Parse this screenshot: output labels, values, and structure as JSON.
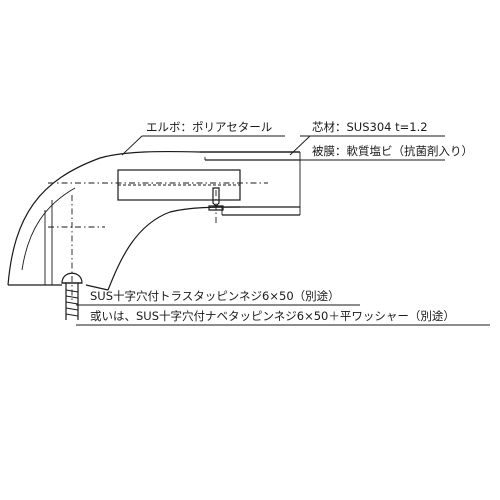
{
  "labels": {
    "elbow": "エルボ：ポリアセタール",
    "core_material": "芯材：SUS304 t=1.2",
    "coating": "被膜：軟質塩ビ（抗菌剤入り）",
    "screw_1": "SUS十字穴付トラスタッピンネジ6×50（別途）",
    "screw_2": "或いは、SUS十字穴付ナベタッピンネジ6×50＋平ワッシャー（別途）"
  }
}
